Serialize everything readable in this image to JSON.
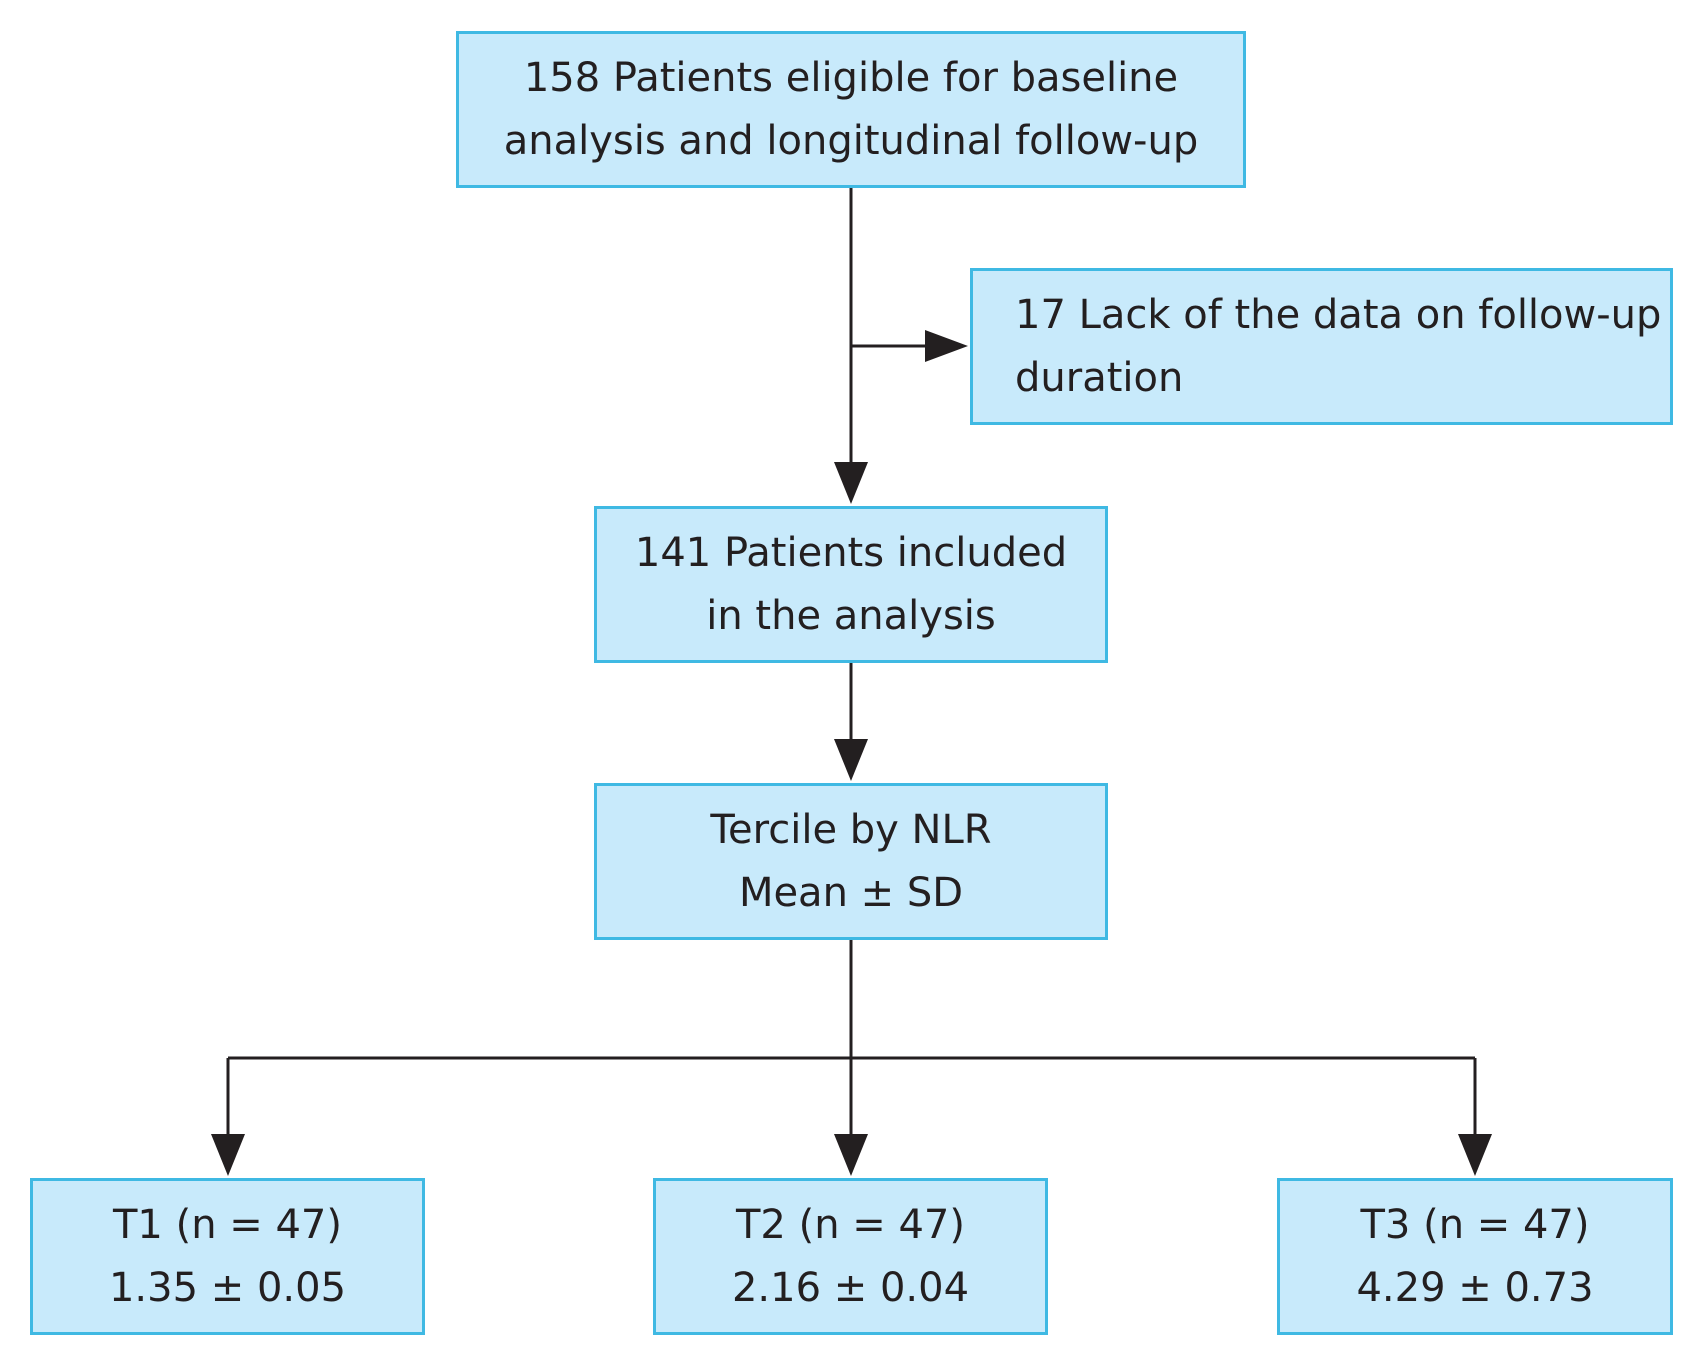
{
  "flowchart": {
    "eligible": {
      "line1": "158 Patients eligible for baseline",
      "line2": "analysis and longitudinal follow-up"
    },
    "excluded": {
      "line1": "17 Lack of the data on follow-up",
      "line2": "duration"
    },
    "included": {
      "line1": "141 Patients included",
      "line2": "in the analysis"
    },
    "tercile": {
      "line1": "Tercile by NLR",
      "line2": "Mean ± SD"
    },
    "groups": [
      {
        "label": "T1 (n = 47)",
        "value": "1.35 ± 0.05"
      },
      {
        "label": "T2 (n = 47)",
        "value": "2.16 ± 0.04"
      },
      {
        "label": "T3 (n = 47)",
        "value": "4.29 ± 0.73"
      }
    ]
  },
  "colors": {
    "box_fill": "#c8eafb",
    "box_border": "#3fb9e3",
    "arrow": "#231f20"
  }
}
